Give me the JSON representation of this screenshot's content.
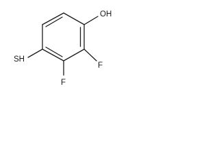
{
  "molecule": {
    "atoms": {
      "hydroxyl": "OH",
      "thiol": "SH",
      "fluorine_top": "F",
      "fluorine_bottom": "F"
    }
  }
}
